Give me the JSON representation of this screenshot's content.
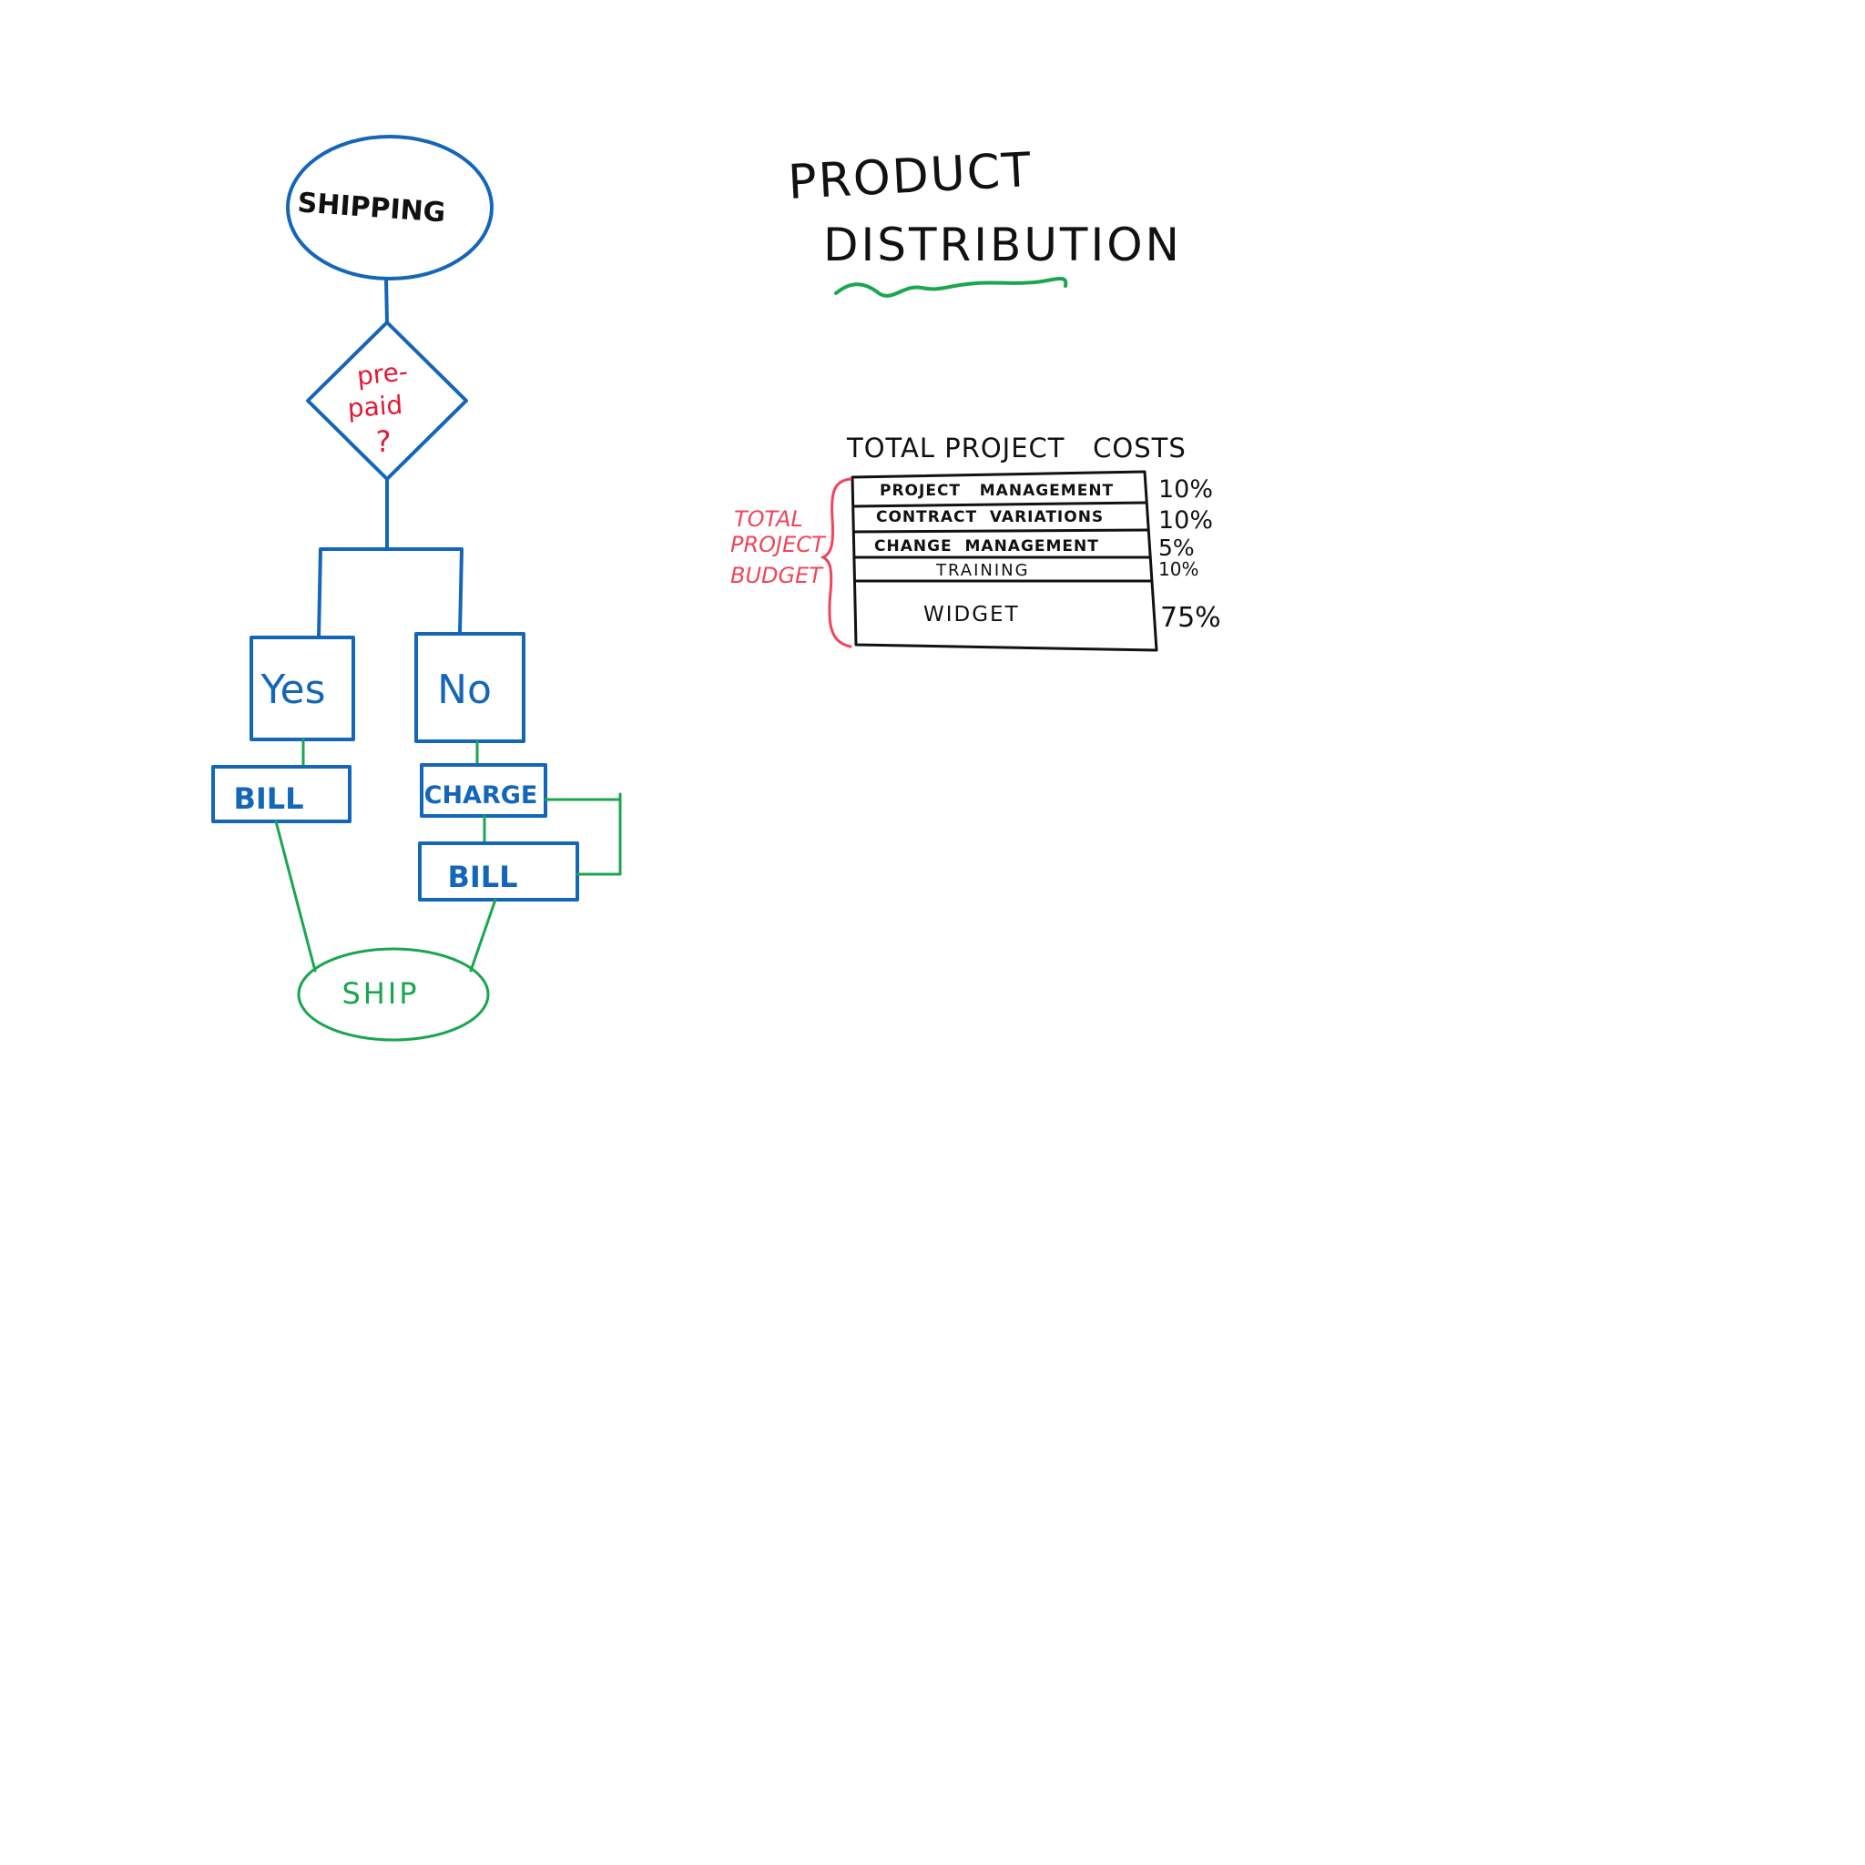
{
  "colors": {
    "blue": "#1466b8",
    "green": "#1aa64f",
    "red": "#e11a36",
    "pink": "#f0455a",
    "black": "#111111"
  },
  "flowchart": {
    "start": "SHIPPING",
    "decision": {
      "line1": "pre-",
      "line2": "paid",
      "line3": "?"
    },
    "yes": "Yes",
    "no": "No",
    "yes_bill": "BILL",
    "no_charge": "CHARGE",
    "no_bill": "BILL",
    "end": "SHIP"
  },
  "title": {
    "line1": "PRODUCT",
    "line2": "DISTRIBUTION"
  },
  "costs": {
    "heading": "TOTAL PROJECT   COSTS",
    "bracket_label": {
      "line1": "TOTAL",
      "line2": "PROJECT",
      "line3": "BUDGET"
    },
    "rows": [
      {
        "label": "PROJECT   MANAGEMENT",
        "percent": "10%"
      },
      {
        "label": "CONTRACT  VARIATIONS",
        "percent": "10%"
      },
      {
        "label": "CHANGE  MANAGEMENT",
        "percent": "5%"
      },
      {
        "label": "TRAINING",
        "percent": "10%"
      },
      {
        "label": "WIDGET",
        "percent": "75%"
      }
    ]
  }
}
